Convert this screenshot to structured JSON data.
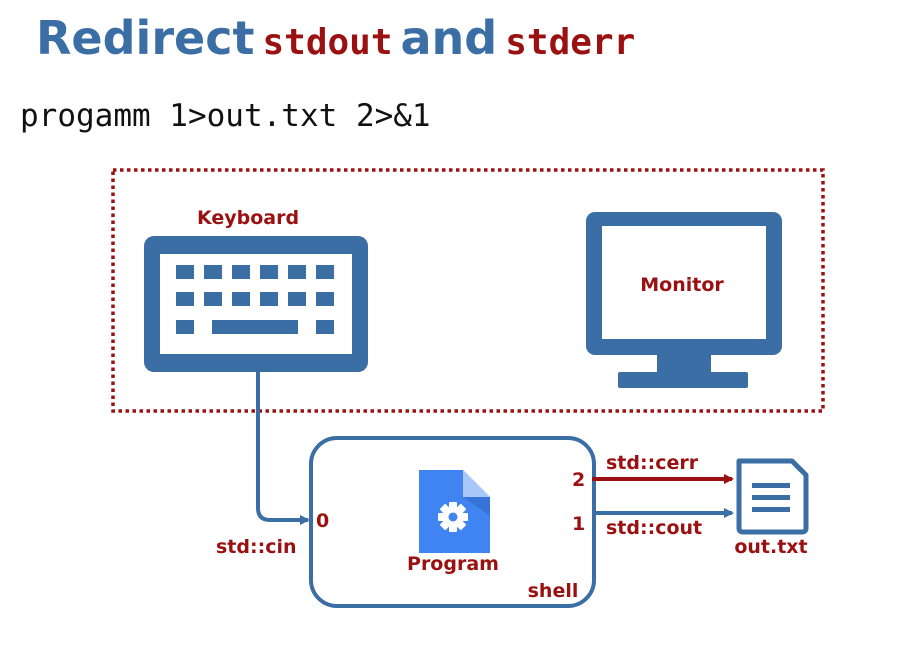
{
  "title": {
    "part1": "Redirect",
    "part2": "stdout",
    "part3": "and",
    "part4": "stderr"
  },
  "command": "progamm 1>out.txt 2>&1",
  "diagram": {
    "keyboard_label": "Keyboard",
    "monitor_label": "Monitor",
    "program_label": "Program",
    "shell_label": "shell",
    "file_label": "out.txt",
    "stdin_label": "std::cin",
    "stdin_fd": "0",
    "stderr_label": "std::cerr",
    "stderr_fd": "2",
    "stdout_label": "std::cout",
    "stdout_fd": "1",
    "colors": {
      "blue": "#3a6ea5",
      "red": "#9b1111",
      "doc_blue": "#3f84f0"
    }
  }
}
